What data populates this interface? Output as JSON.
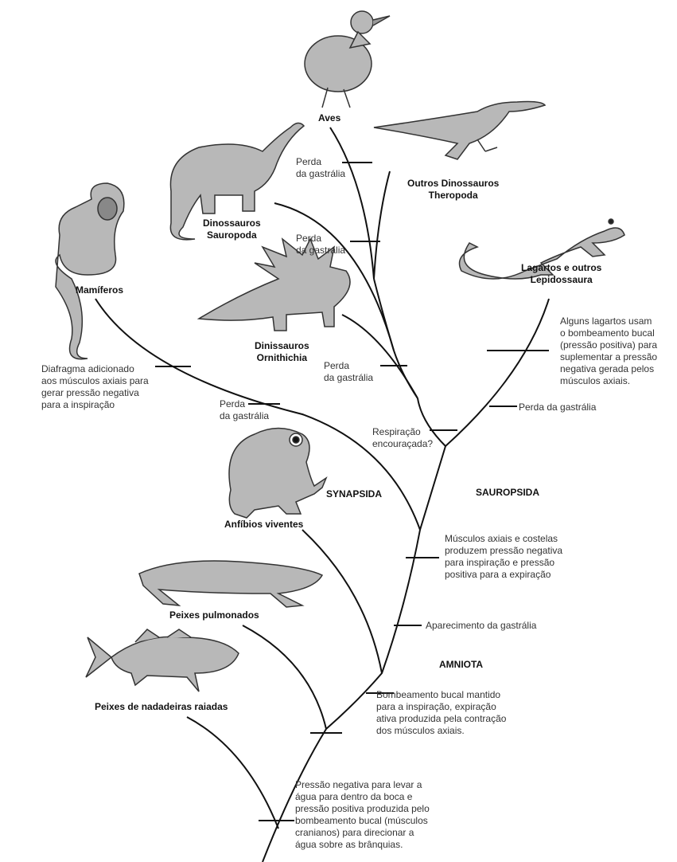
{
  "taxa": {
    "aves": "Aves",
    "theropoda": "Outros Dinossauros\nTheropoda",
    "sauropoda": "Dinossauros\nSauropoda",
    "lepidosauria": "Lagartos e outros\nLepidossaura",
    "mamiferos": "Mamíferos",
    "ornithichia": "Dinissauros\nOrnithichia",
    "anfibios": "Anfíbios viventes",
    "pulmonados": "Peixes pulmonados",
    "raiadas": "Peixes de nadadeiras raiadas"
  },
  "clades": {
    "synapsida": "SYNAPSIDA",
    "sauropsida": "SAUROPSIDA",
    "amniota": "AMNIOTA"
  },
  "notes": {
    "perda_aves": "Perda\nda gastrália",
    "perda_sauropoda": "Perda\nda gastrália",
    "perda_ornithichia": "Perda\nda gastrália",
    "perda_mamiferos": "Perda\nda gastrália",
    "perda_lagartos": "Perda da gastrália",
    "diafragma": "Diafragma adicionado\naos músculos axiais para\ngerar pressão negativa\npara a inspiração",
    "lagartos_bucal": "Alguns lagartos usam\no bombeamento bucal\n(pressão positiva) para\nsuplementar a pressão\nnegativa gerada pelos\nmúsculos axiais.",
    "respiracao": "Respiração\nencouraçada?",
    "musculos_axiais": "Músculos axiais e costelas\nproduzem pressão negativa\npara inspiração e pressão\npositiva para a expiração",
    "gastralia": "Aparecimento da gastrália",
    "bucal_mantido": "Bombeamento bucal mantido\npara a inspiração, expiração\nativa produzida pela contração\ndos músculos axiais.",
    "pressao_negativa": "Pressão negativa para levar a\nágua para dentro da boca e\npressão positiva produzida pelo\nbombeamento bucal (músculos\ncranianos) para direcionar a\nágua sobre as brânquias."
  }
}
